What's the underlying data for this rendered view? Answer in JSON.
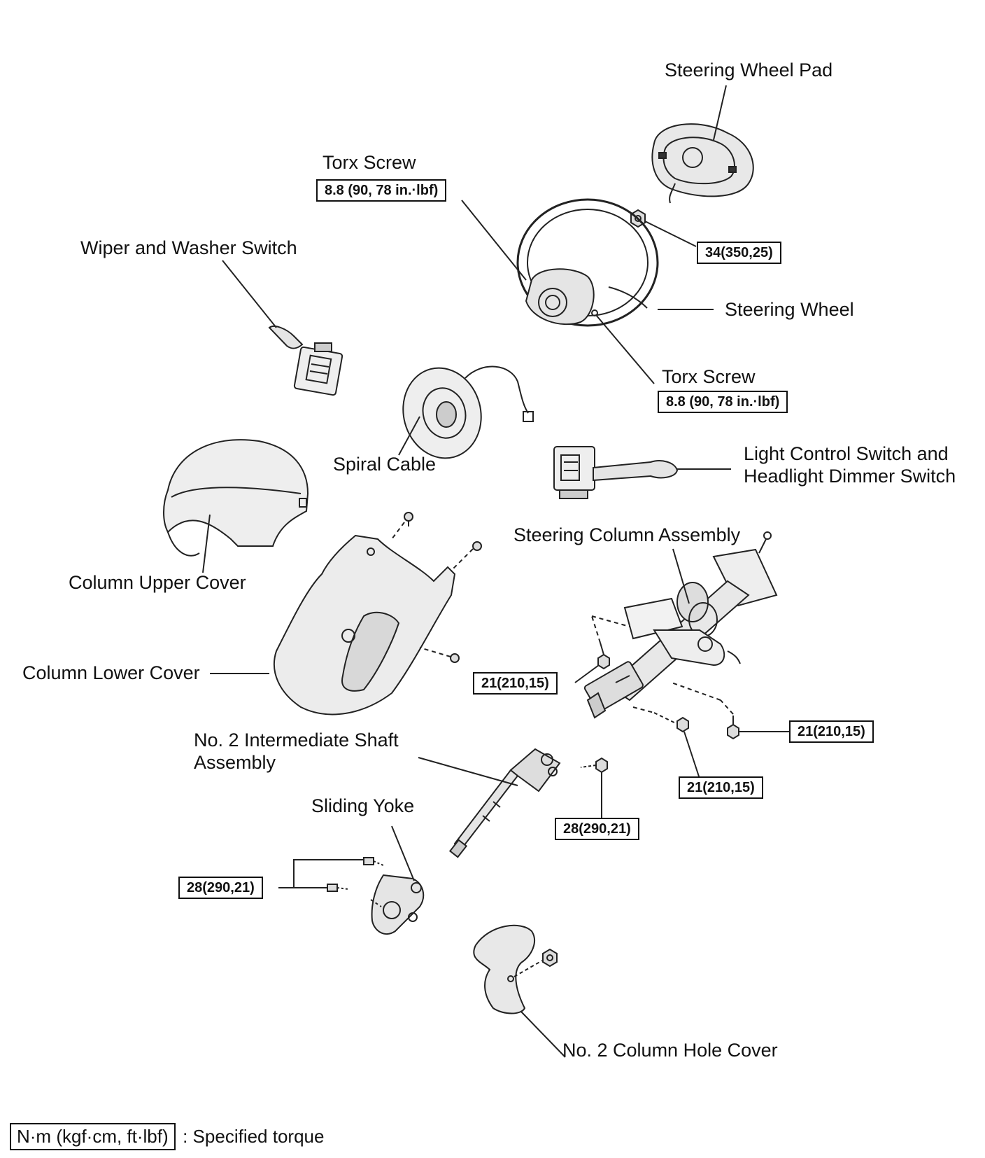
{
  "labels": {
    "steering_wheel_pad": "Steering Wheel Pad",
    "torx_screw_top": "Torx Screw",
    "wiper_washer_switch": "Wiper and Washer Switch",
    "steering_wheel": "Steering Wheel",
    "torx_screw_lower": "Torx Screw",
    "spiral_cable": "Spiral Cable",
    "light_control_switch_1": "Light Control Switch and",
    "light_control_switch_2": "Headlight Dimmer Switch",
    "steering_column_assembly": "Steering Column Assembly",
    "column_upper_cover": "Column Upper Cover",
    "column_lower_cover": "Column Lower Cover",
    "intermediate_shaft_1": "No. 2 Intermediate Shaft",
    "intermediate_shaft_2": "Assembly",
    "sliding_yoke": "Sliding Yoke",
    "column_hole_cover": "No. 2 Column Hole Cover"
  },
  "torques": {
    "torx_top": "8.8 (90, 78 in.·lbf)",
    "wheel_nut": "34(350,25)",
    "torx_lower": "8.8 (90, 78 in.·lbf)",
    "column_left": "21(210,15)",
    "column_right": "21(210,15)",
    "column_bottom": "21(210,15)",
    "shaft_bolt": "28(290,21)",
    "yoke_bolts": "28(290,21)"
  },
  "legend": {
    "unit": "N·m (kgf·cm, ft·lbf)",
    "text": ": Specified torque"
  }
}
